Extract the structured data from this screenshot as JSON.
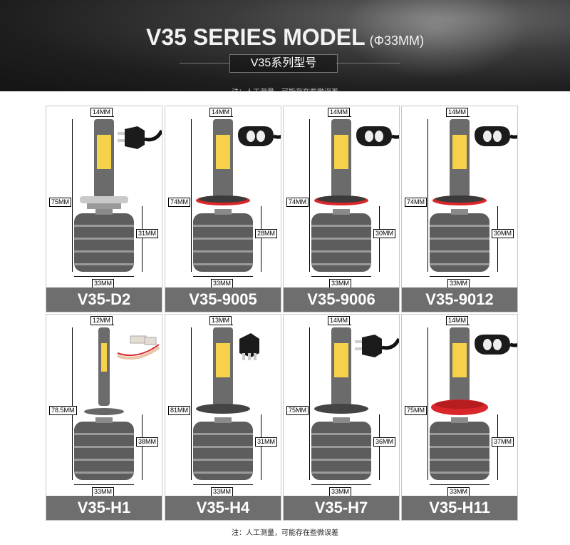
{
  "header": {
    "title": "V35 SERIES MODEL",
    "subtitle": "(Φ33MM)",
    "cn_title": "V35系列型号",
    "top_note": "注：人工测量，可能存在些微误差"
  },
  "models": [
    {
      "label": "V35-D2",
      "top": "14MM",
      "height": "75MM",
      "base": "31MM",
      "width": "33MM",
      "plug": "h-plug",
      "collar": "silver"
    },
    {
      "label": "V35-9005",
      "top": "14MM",
      "height": "74MM",
      "base": "28MM",
      "width": "33MM",
      "plug": "oval-plug",
      "collar": "red"
    },
    {
      "label": "V35-9006",
      "top": "14MM",
      "height": "74MM",
      "base": "30MM",
      "width": "33MM",
      "plug": "oval-plug",
      "collar": "red"
    },
    {
      "label": "V35-9012",
      "top": "14MM",
      "height": "74MM",
      "base": "30MM",
      "width": "33MM",
      "plug": "oval-plug",
      "collar": "red"
    },
    {
      "label": "V35-H1",
      "top": "12MM",
      "height": "78.5MM",
      "base": "38MM",
      "width": "33MM",
      "plug": "wire-plug",
      "collar": "none"
    },
    {
      "label": "V35-H4",
      "top": "13MM",
      "height": "81MM",
      "base": "31MM",
      "width": "33MM",
      "plug": "h4-plug",
      "collar": "dark"
    },
    {
      "label": "V35-H7",
      "top": "14MM",
      "height": "75MM",
      "base": "36MM",
      "width": "33MM",
      "plug": "h-plug",
      "collar": "dark"
    },
    {
      "label": "V35-H11",
      "top": "14MM",
      "height": "75MM",
      "base": "37MM",
      "width": "33MM",
      "plug": "oval-plug",
      "collar": "red-big"
    }
  ],
  "colors": {
    "label_bg": "#6e6e6e",
    "led_yellow": "#f5d24a",
    "body_gray": "#6b6b6b",
    "red_ring": "#d8262a"
  },
  "footer": {
    "note": "注：人工测量，可能存在些微误差"
  }
}
